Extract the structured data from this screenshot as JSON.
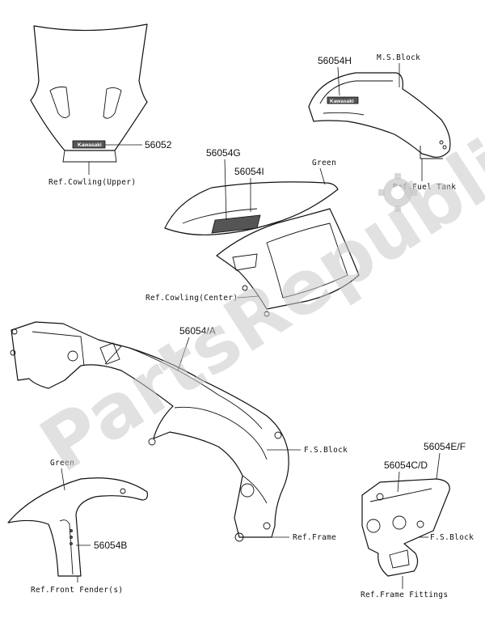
{
  "watermark": {
    "text": "PartsRepublik"
  },
  "parts": {
    "p56052": "56052",
    "p56054H": "56054H",
    "p56054G": "56054G",
    "p56054I": "56054I",
    "p56054A": "56054/A",
    "p56054EF": "56054E/F",
    "p56054CD": "56054C/D",
    "p56054B": "56054B"
  },
  "references": {
    "cowling_upper": "Ref.Cowling(Upper)",
    "fuel_tank": "Ref.Fuel Tank",
    "cowling_center": "Ref.Cowling(Center)",
    "frame": "Ref.Frame",
    "front_fender": "Ref.Front Fender(s)",
    "frame_fittings": "Ref.Frame Fittings"
  },
  "notes": {
    "ms_block": "M.S.Block",
    "green_cowling": "Green",
    "fs_block_frame": "F.S.Block",
    "green_fender": "Green",
    "fs_block_fitting": "F.S.Block"
  },
  "decal_text": {
    "windscreen_logo": "Kawasaki",
    "tank_logo": "Kawasaki"
  }
}
